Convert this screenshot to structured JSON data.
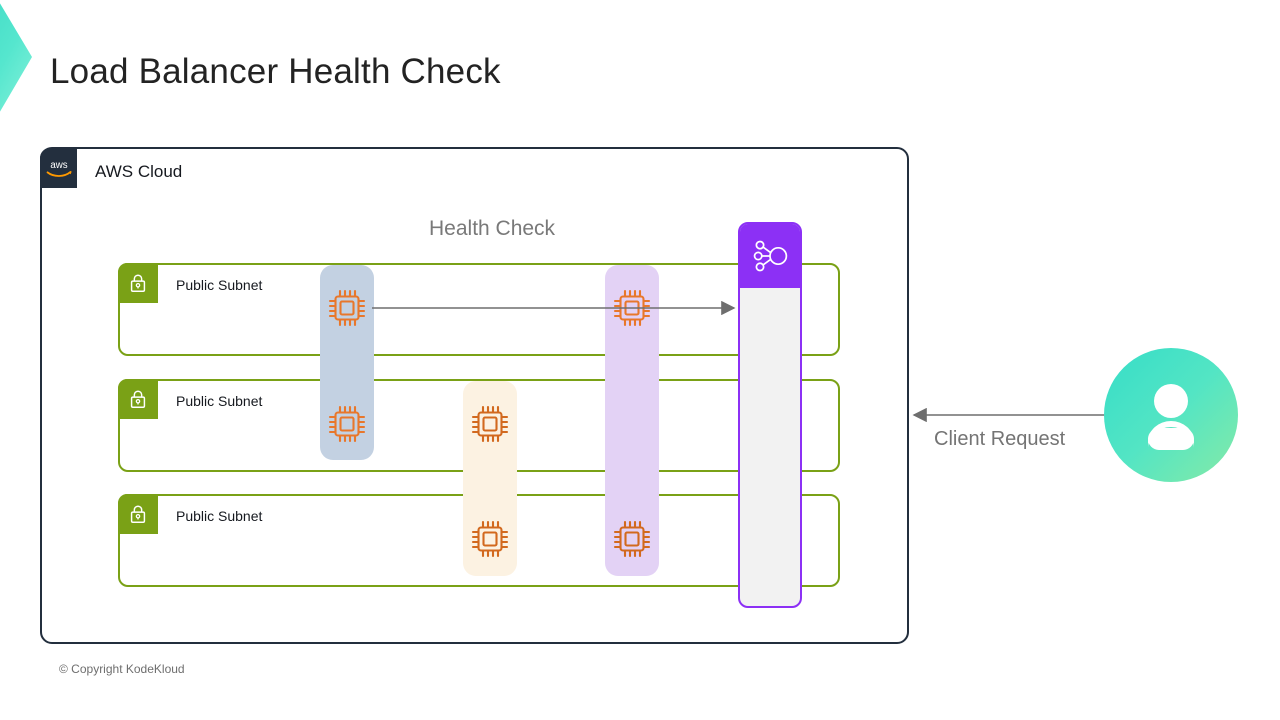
{
  "slide": {
    "title": "Load Balancer Health Check",
    "copyright": "© Copyright KodeKloud"
  },
  "brand": {
    "chevron_icon": "chevron-right-icon",
    "gradient_start": "#45E0C8",
    "gradient_end": "#7BF2D4"
  },
  "aws_cloud": {
    "label": "AWS Cloud",
    "logo_icon": "aws-logo-icon",
    "logo_text": "aws",
    "border_color": "#232F3E"
  },
  "diagram": {
    "health_check_label": "Health Check",
    "subnets": [
      {
        "label": "Public Subnet",
        "lock_icon": "lock-icon"
      },
      {
        "label": "Public Subnet",
        "lock_icon": "lock-icon"
      },
      {
        "label": "Public Subnet",
        "lock_icon": "lock-icon"
      }
    ],
    "instance_groups": [
      {
        "name": "group-blue",
        "color": "#C3D1E2",
        "instances": 2
      },
      {
        "name": "group-cream",
        "color": "#FCF2E2",
        "instances": 2
      },
      {
        "name": "group-purple",
        "color": "#E3D2F5",
        "instances": 2
      }
    ],
    "instance_icon": "ec2-instance-icon",
    "instance_color": "#E8772B",
    "load_balancer": {
      "icon": "elastic-load-balancer-icon",
      "header_color": "#8C30F5",
      "body_color": "#F2F2F2",
      "border_color": "#8C30F5"
    },
    "subnet_color": "#7AA116",
    "arrow_color": "#6E6E6E"
  },
  "client": {
    "label": "Client Request",
    "avatar_icon": "user-avatar-icon",
    "gradient_start": "#3FE0C5",
    "gradient_end": "#7DE8A8"
  }
}
